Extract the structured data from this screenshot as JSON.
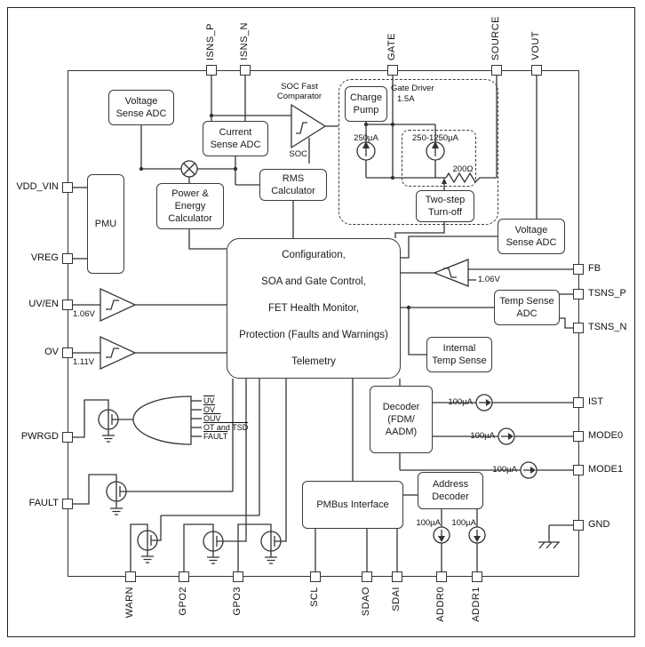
{
  "pins": {
    "top": [
      "ISNS_P",
      "ISNS_N",
      "GATE",
      "SOURCE",
      "VOUT"
    ],
    "left": [
      "VDD_VIN",
      "VREG",
      "UV/EN",
      "OV",
      "PWRGD",
      "FAULT"
    ],
    "right": [
      "FB",
      "TSNS_P",
      "TSNS_N",
      "IST",
      "MODE0",
      "MODE1",
      "GND"
    ],
    "bottom": [
      "WARN",
      "GPO2",
      "GPO3",
      "SCL",
      "SDAO",
      "SDAI",
      "ADDR0",
      "ADDR1"
    ]
  },
  "blocks": {
    "voltage_sense_adc_left": "Voltage\nSense ADC",
    "current_sense_adc": "Current\nSense ADC",
    "charge_pump": "Charge\nPump",
    "rms_calculator": "RMS\nCalculator",
    "power_energy_calculator": "Power &\nEnergy\nCalculator",
    "pmu": "PMU",
    "central": "Configuration,\nSOA and Gate Control,\nFET Health Monitor,\nProtection (Faults and Warnings)\nTelemetry",
    "voltage_sense_adc_right": "Voltage\nSense ADC",
    "temp_sense_adc": "Temp Sense\nADC",
    "internal_temp_sense": "Internal\nTemp Sense",
    "decoder": "Decoder\n(FDM/\nAADM)",
    "address_decoder": "Address\nDecoder",
    "pmbus_interface": "PMBus Interface",
    "two_step_turnoff": "Two-step\nTurn-off"
  },
  "labels": {
    "soc_fast_comparator": "SOC Fast\nComparator",
    "soc": "SOC",
    "gate_driver": "Gate Driver",
    "gate_driver_current": "1.5A",
    "i_250": "250µA",
    "i_250_1250": "250-1250µA",
    "r_200": "200Ω",
    "uv_ref": "1.06V",
    "ov_ref": "1.11V",
    "fb_ref": "1.06V",
    "i_ist": "100µA",
    "i_mode0": "100µA",
    "i_mode1": "100µA",
    "i_addr0": "100µA",
    "i_addr1": "100µA"
  },
  "and_gate": {
    "inputs": [
      "UV",
      "OV",
      "OUV",
      "OT and TSD",
      "FAULT"
    ]
  }
}
